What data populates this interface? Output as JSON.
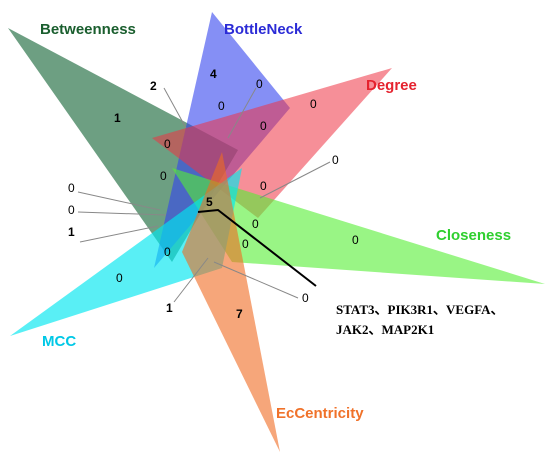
{
  "sets": [
    {
      "name": "Betweenness",
      "color": "#1f6b3f",
      "label_color": "#1a5e2e"
    },
    {
      "name": "BottleNeck",
      "color": "#3344ee",
      "label_color": "#2b2bd6"
    },
    {
      "name": "Degree",
      "color": "#ee3344",
      "label_color": "#e5222e"
    },
    {
      "name": "Closeness",
      "color": "#55ee33",
      "label_color": "#2fcf2f"
    },
    {
      "name": "MCC",
      "color": "#00e6f0",
      "label_color": "#00c8e6"
    },
    {
      "name": "EcCentricity",
      "color": "#f06a22",
      "label_color": "#f0722a"
    }
  ],
  "regions": {
    "betweenness_only": "1",
    "bottleneck_only": "4",
    "degree_only": "0",
    "closeness_only": "0",
    "mcc_only": "0",
    "eccentricity_only": "7",
    "lead_2": "2",
    "lead_0_top": "0",
    "lead_0_right": "0",
    "lead_0_left_a": "0",
    "lead_0_left_b": "0",
    "lead_1_left": "1",
    "lead_0_bottom": "0",
    "inner_a": "0",
    "inner_b": "0",
    "inner_c": "0",
    "inner_d": "0",
    "inner_e": "0",
    "inner_f": "0",
    "inner_g": "0",
    "inner_h": "0",
    "bottom_1": "1",
    "center": "5"
  },
  "annotation": {
    "line1": "STAT3、PIK3R1、VEGFA、",
    "line2": "JAK2、MAP2K1"
  }
}
